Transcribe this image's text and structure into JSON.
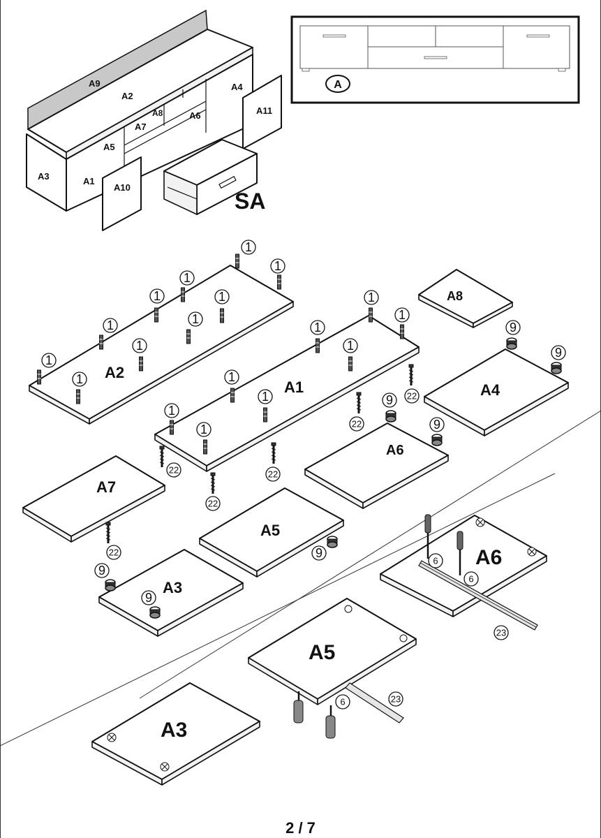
{
  "page": {
    "page_number": "2 / 7"
  },
  "overview": {
    "labels": [
      "A9",
      "A2",
      "A4",
      "A8",
      "A7",
      "A6",
      "A11",
      "A5",
      "A3",
      "A1",
      "A10"
    ],
    "drawer_label": "SA"
  },
  "inset": {
    "option_label": "A"
  },
  "panels": {
    "a2": "A2",
    "a1": "A1",
    "a8": "A8",
    "a4": "A4",
    "a7": "A7",
    "a6": "A6",
    "a5": "A5",
    "a3": "A3",
    "a6_large": "A6",
    "a5_large": "A5",
    "a3_large": "A3"
  },
  "hardware": {
    "dowel": "1",
    "screw": "22",
    "cam": "9",
    "screw_small": "6",
    "runner": "23"
  }
}
